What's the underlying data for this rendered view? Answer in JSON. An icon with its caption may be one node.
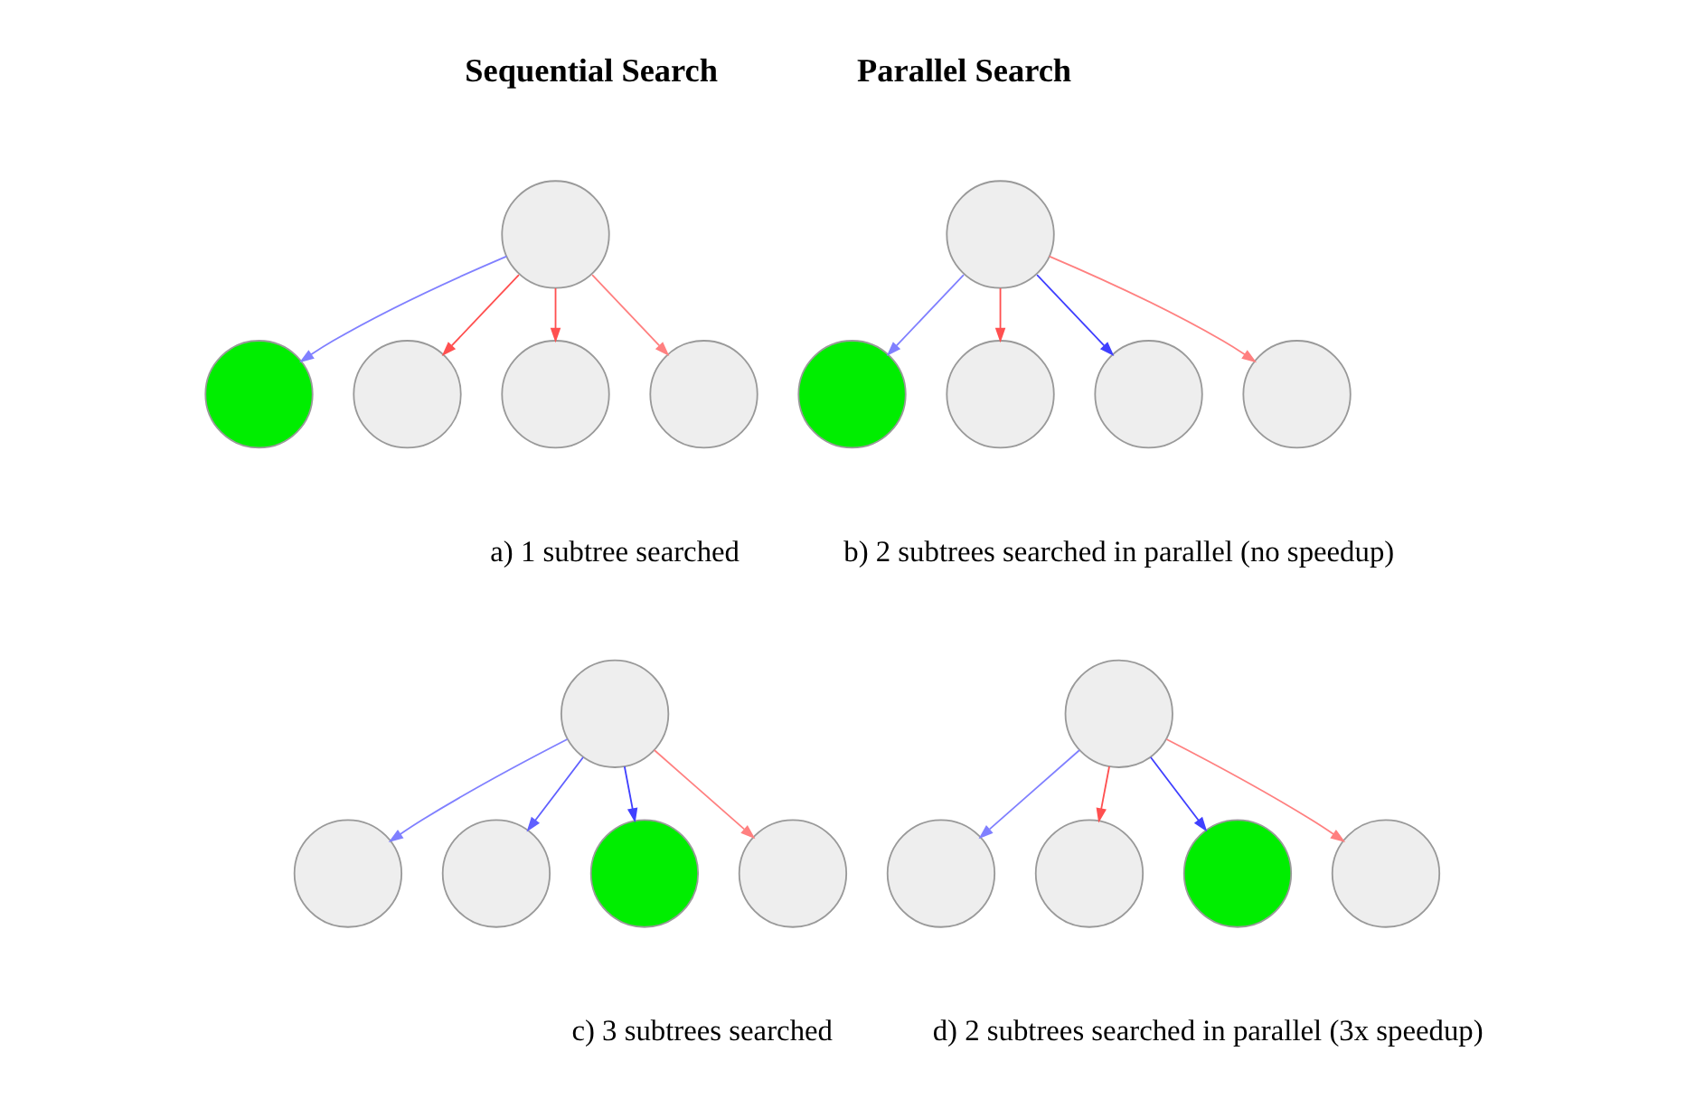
{
  "diagram": {
    "nodes": [
      {
        "text": [],
        "shape": "circle"
      },
      {
        "text": [],
        "shape": "circle"
      },
      {
        "text": [],
        "shape": "circle"
      },
      {
        "text": [],
        "shape": "circle"
      },
      {
        "text": [],
        "shape": "circle"
      },
      {
        "text": [],
        "shape": "circle"
      },
      {
        "text": [],
        "shape": "circle"
      },
      {
        "text": [],
        "shape": "circle"
      },
      {
        "text": [],
        "shape": "circle"
      },
      {
        "text": [],
        "shape": "circle"
      },
      {
        "text": [],
        "shape": "circle"
      },
      {
        "text": [],
        "shape": "circle"
      },
      {
        "text": [],
        "shape": "circle"
      },
      {
        "text": [],
        "shape": "circle"
      },
      {
        "text": [],
        "shape": "circle"
      },
      {
        "text": [],
        "shape": "circle"
      },
      {
        "text": [],
        "shape": "circle"
      },
      {
        "text": [],
        "shape": "circle"
      },
      {
        "text": [],
        "shape": "circle"
      },
      {
        "text": [],
        "shape": "circle"
      }
    ],
    "edges": [
      {
        "from": 0,
        "to": 1,
        "arrow": "to",
        "color": "#8080ff"
      },
      {
        "from": 0,
        "to": 2,
        "arrow": "to",
        "color": "#ff5050"
      },
      {
        "from": 0,
        "to": 3,
        "arrow": "to",
        "color": "#ff5050"
      },
      {
        "from": 0,
        "to": 4,
        "arrow": "to",
        "color": "#ff8080"
      },
      {
        "from": 5,
        "to": 6,
        "arrow": "to",
        "color": "#8080ff"
      },
      {
        "from": 5,
        "to": 7,
        "arrow": "to",
        "color": "#ff5050"
      },
      {
        "from": 5,
        "to": 8,
        "arrow": "to",
        "color": "#4040ff"
      },
      {
        "from": 5,
        "to": 9,
        "arrow": "to",
        "color": "#ff8080"
      },
      {
        "from": 10,
        "to": 11,
        "arrow": "to",
        "color": "#8080ff"
      },
      {
        "from": 10,
        "to": 12,
        "arrow": "to",
        "color": "#6060ff"
      },
      {
        "from": 10,
        "to": 13,
        "arrow": "to",
        "color": "#4040ff"
      },
      {
        "from": 10,
        "to": 14,
        "arrow": "to",
        "color": "#ff8080"
      },
      {
        "from": 15,
        "to": 16,
        "arrow": "to",
        "color": "#8080ff"
      },
      {
        "from": 15,
        "to": 17,
        "arrow": "to",
        "color": "#ff5050"
      },
      {
        "from": 15,
        "to": 18,
        "arrow": "to",
        "color": "#4040ff"
      },
      {
        "from": 15,
        "to": 19,
        "arrow": "to",
        "color": "#ff8080"
      }
    ],
    "labels": [
      "Sequential Search",
      "Parallel Search",
      "a) 1 subtree searched",
      "b) 2 subtrees searched in parallel (no speedup)",
      "c) 3 subtrees searched",
      "d) 2 subtrees searched in parallel (3x speedup)"
    ]
  }
}
